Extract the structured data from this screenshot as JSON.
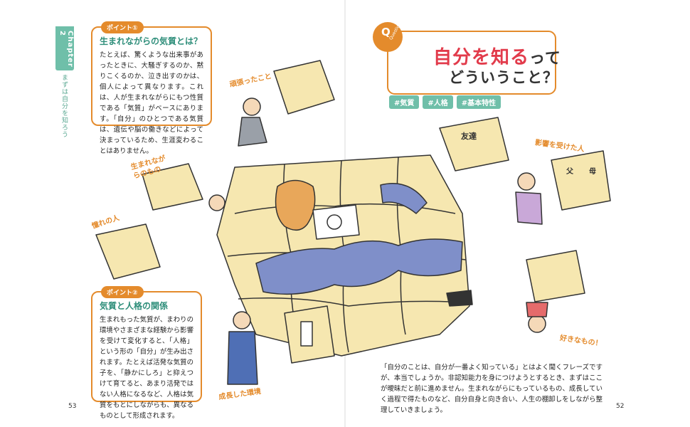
{
  "left_page": {
    "chapter_label": "Chapter 2",
    "chapter_subtitle": "まずは自分を知ろう",
    "point1": {
      "badge": "ポイント①",
      "heading": "生まれながらの気質とは？",
      "body": "たとえば、驚くような出来事があったときに、大騒ぎするのか、黙りこくるのか、泣き出すのかは、個人によって異なります。これは、人が生まれながらにもつ性質である「気質」がベースにあります。「自分」のひとつである気質は、遺伝や脳の働きなどによって決まっているため、生涯変わることはありません。"
    },
    "point2": {
      "badge": "ポイント②",
      "heading": "気質と人格の関係",
      "body": "生まれもった気質が、まわりの環境やさまざまな経験から影響を受けて変化すると、「人格」という形の「自分」が生み出されます。たとえば活発な気質の子を、「静かにしろ」と抑えつけて育てると、あまり活発ではない人格になるなど、人格は気質をもとにしながらも、異なるものとして形成されます。"
    },
    "labels": {
      "effort": "頑張ったこと",
      "born": "生まれながらのもの",
      "admired": "憧れの人",
      "environment": "成長した環境"
    },
    "page_number": "53"
  },
  "right_page": {
    "q_letter": "Q",
    "q_word": "Question",
    "title_highlight": "自分を知る",
    "title_tail": "って",
    "title_line2": "どういうこと？",
    "tags": [
      "#気質",
      "#人格",
      "#基本特性"
    ],
    "labels": {
      "influenced": "影響を受けた人",
      "favorite": "好きなもの！",
      "friends": "友達",
      "parents_father": "父",
      "parents_mother": "母"
    },
    "body": "「自分のことは、自分が一番よく知っている」とはよく聞くフレーズですが、本当でしょうか。非認知能力を身につけようとするとき、まずはここが曖昧だと前に進めません。生まれながらにもっているもの、成長していく過程で得たものなど、自分自身と向き合い、人生の棚卸しをしながら整理していきましょう。",
    "page_number": "52"
  },
  "colors": {
    "accent_orange": "#e48b2c",
    "accent_teal": "#6fbfa9",
    "title_red": "#e23b4b",
    "puzzle_cream": "#f6e7b0",
    "puzzle_blue": "#7f8fc9",
    "puzzle_orange": "#e8a75a"
  }
}
